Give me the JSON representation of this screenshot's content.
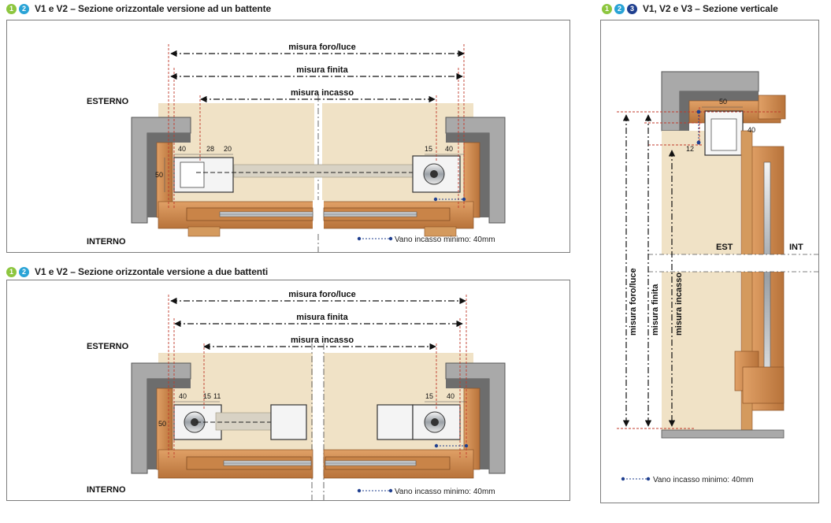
{
  "colors": {
    "badge1": "#8dc63f",
    "badge2": "#29a3d6",
    "badge3": "#1f3f8f",
    "wall": "#a9a9a9",
    "wood": "#d08a4a",
    "panel": "#f0e2c6",
    "dim": "#c0392b"
  },
  "sections": {
    "top": {
      "badges": [
        "1",
        "2"
      ],
      "title": "V1 e V2 – Sezione orizzontale versione ad un battente",
      "side_out": "ESTERNO",
      "side_in": "INTERNO",
      "dim_foro": "misura foro/luce",
      "dim_finita": "misura finita",
      "dim_incasso": "misura incasso",
      "n40a": "40",
      "n28": "28",
      "n20": "20",
      "n50": "50",
      "n15": "15",
      "n40b": "40",
      "note": "Vano incasso minimo: 40mm"
    },
    "bottom": {
      "badges": [
        "1",
        "2"
      ],
      "title": "V1 e V2 – Sezione orizzontale versione a due battenti",
      "side_out": "ESTERNO",
      "side_in": "INTERNO",
      "dim_foro": "misura foro/luce",
      "dim_finita": "misura finita",
      "dim_incasso": "misura incasso",
      "n40a": "40",
      "n15a": "15",
      "n11": "11",
      "n50": "50",
      "n15b": "15",
      "n40b": "40",
      "note": "Vano incasso minimo: 40mm"
    },
    "vertical": {
      "badges": [
        "1",
        "2",
        "3"
      ],
      "title": "V1, V2 e V3 – Sezione verticale",
      "n50": "50",
      "n40": "40",
      "n12": "12",
      "est": "EST",
      "int": "INT",
      "dim_foro": "misura foro/luce",
      "dim_finita": "misura finita",
      "dim_incasso": "misura incasso",
      "note": "Vano incasso minimo: 40mm"
    }
  }
}
